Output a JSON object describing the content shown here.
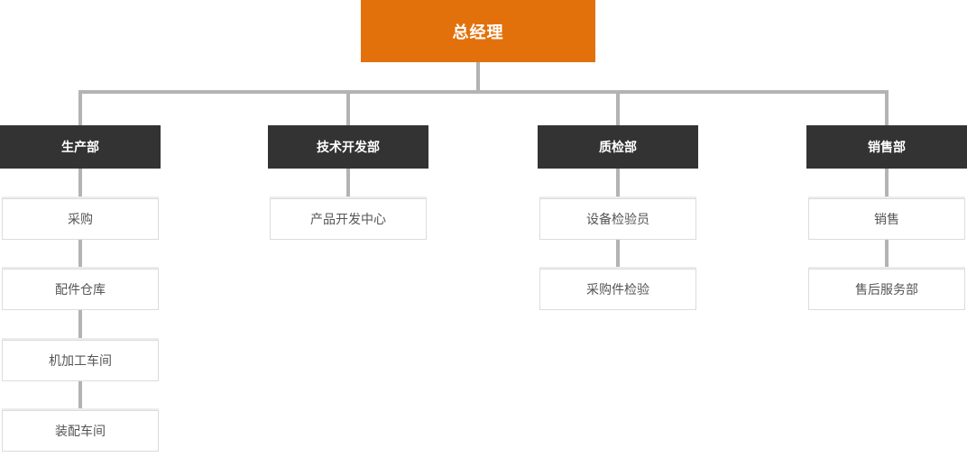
{
  "org_chart": {
    "type": "org-chart",
    "root": {
      "label": "总经理"
    },
    "departments": [
      {
        "label": "生产部",
        "children": [
          "采购",
          "配件仓库",
          "机加工车间",
          "装配车间"
        ]
      },
      {
        "label": "技术开发部",
        "children": [
          "产品开发中心"
        ]
      },
      {
        "label": "质检部",
        "children": [
          "设备检验员",
          "采购件检验"
        ]
      },
      {
        "label": "销售部",
        "children": [
          "销售",
          "售后服务部"
        ]
      }
    ],
    "colors": {
      "root_node_bg": "#e2710b",
      "root_node_text": "#ffffff",
      "dept_node_bg": "#333333",
      "dept_node_text": "#ffffff",
      "child_node_bg": "#ffffff",
      "child_node_border": "#dcdcdc",
      "child_node_text": "#555555",
      "connector": "#b3b3b3",
      "background": "#ffffff"
    }
  }
}
